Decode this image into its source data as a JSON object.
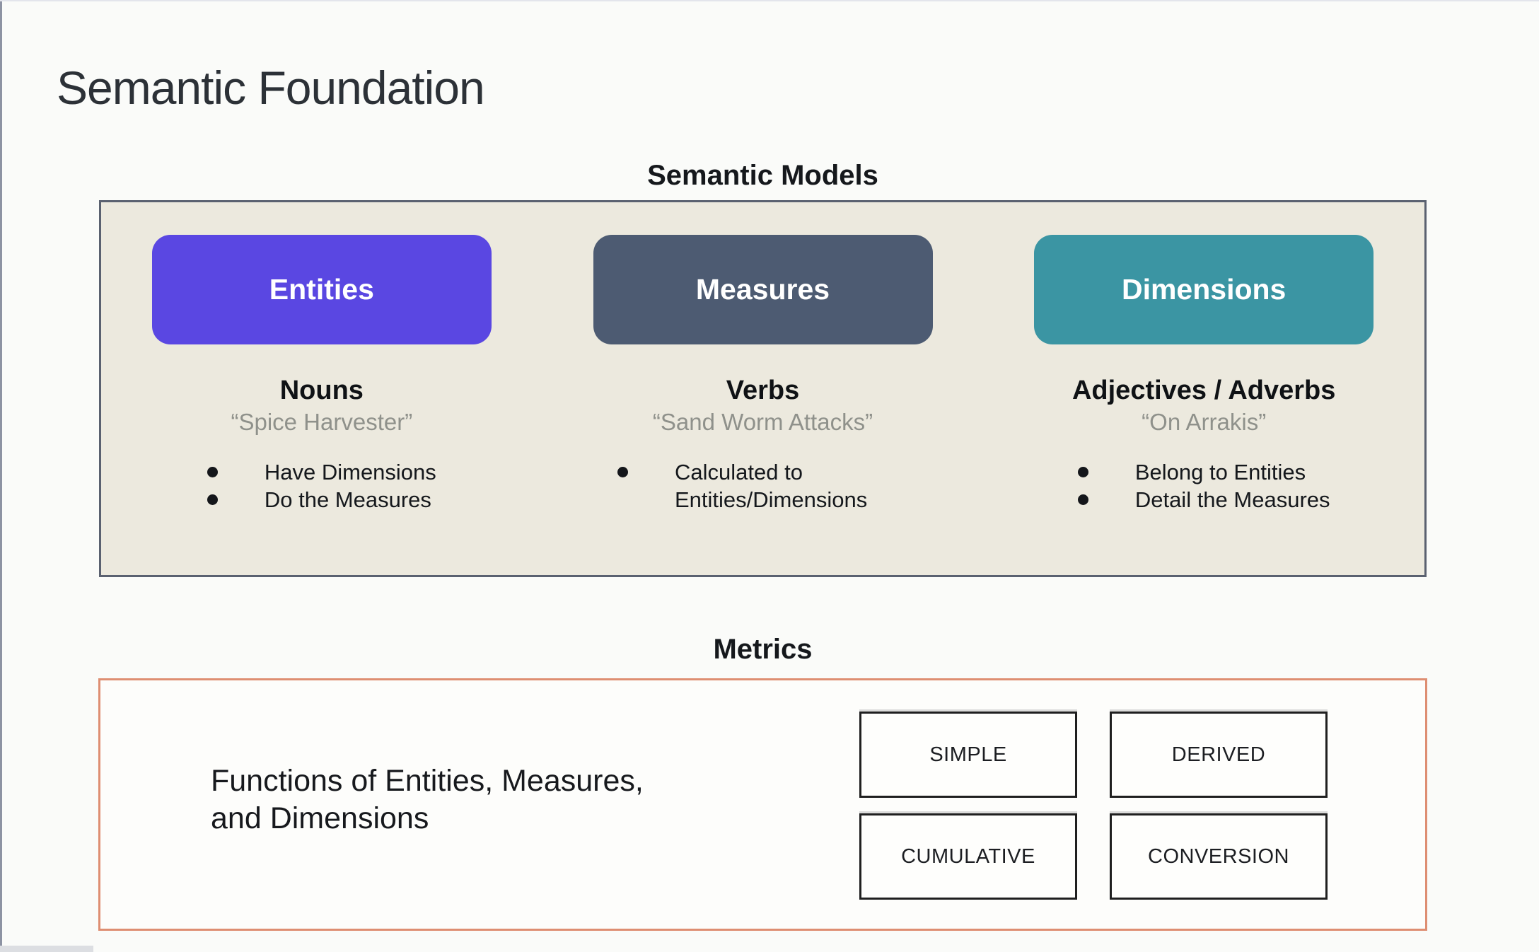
{
  "page": {
    "title": "Semantic Foundation",
    "background_color": "#fafbf9"
  },
  "semantic_models": {
    "heading": "Semantic Models",
    "box_background": "#ece9de",
    "box_border_color": "#5a6170",
    "columns": [
      {
        "button": "Entities",
        "button_color": "#5a47e2",
        "subtitle": "Nouns",
        "quote": "“Spice Harvester”",
        "bullets": [
          "Have Dimensions",
          "Do the Measures"
        ]
      },
      {
        "button": "Measures",
        "button_color": "#4d5b72",
        "subtitle": "Verbs",
        "quote": "“Sand Worm Attacks”",
        "bullets": [
          "Calculated to Entities/Dimensions"
        ]
      },
      {
        "button": "Dimensions",
        "button_color": "#3b95a3",
        "subtitle": "Adjectives / Adverbs",
        "quote": "“On Arrakis”",
        "bullets": [
          "Belong to Entities",
          "Detail the Measures"
        ]
      }
    ]
  },
  "metrics": {
    "heading": "Metrics",
    "border_color": "#de8e72",
    "description": "Functions of Entities, Measures,\nand Dimensions",
    "types": [
      "SIMPLE",
      "DERIVED",
      "CUMULATIVE",
      "CONVERSION"
    ]
  }
}
